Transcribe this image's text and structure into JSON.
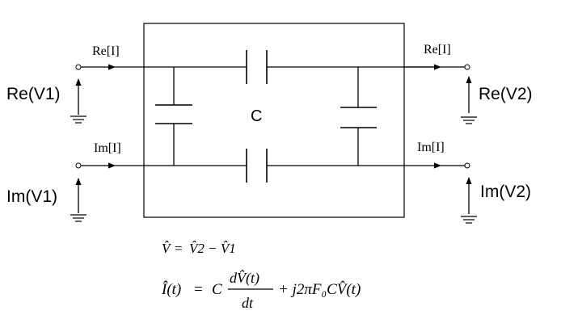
{
  "diagram": {
    "capacitor_label": "C",
    "ports": {
      "re_in_current": "Re[I]",
      "im_in_current": "Im[I]",
      "re_out_current": "Re[I]",
      "im_out_current": "Im[I]",
      "re_v1": "Re(V1)",
      "im_v1": "Im(V1)",
      "re_v2": "Re(V2)",
      "im_v2": "Im(V2)"
    },
    "equations": {
      "eq1_lhs": "V̂",
      "eq1_rhs": "V̂2 − V̂1",
      "eq2_lhs": "Î(t)",
      "eq2_c": "C",
      "eq2_num": "dV̂(t)",
      "eq2_den": "dt",
      "eq2_tail": "+ j2πF₀CV̂(t)"
    }
  }
}
